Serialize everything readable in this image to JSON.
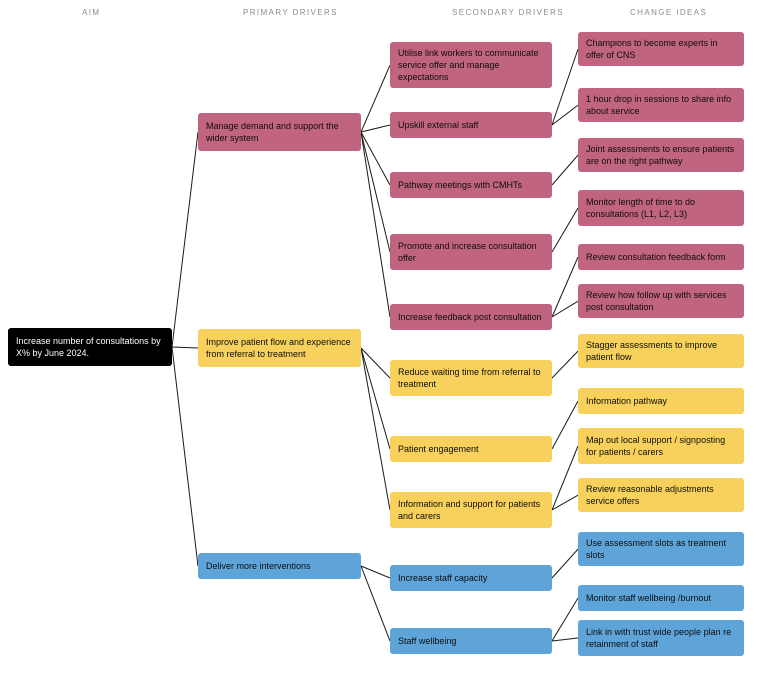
{
  "column_headers": {
    "aim": "AIM",
    "primary": "PRIMARY DRIVERS",
    "secondary": "SECONDARY DRIVERS",
    "change": "CHANGE IDEAS"
  },
  "aim": {
    "text": "Increase number of consultations by X% by June 2024."
  },
  "primary_drivers": [
    {
      "id": "p1",
      "text": "Manage demand and support the wider system",
      "color": "pink"
    },
    {
      "id": "p2",
      "text": "Improve patient flow and experience from referral to treatment",
      "color": "yellow"
    },
    {
      "id": "p3",
      "text": "Deliver more interventions",
      "color": "blue"
    }
  ],
  "secondary_drivers": [
    {
      "id": "s1",
      "text": "Utilise link workers to communicate service offer and manage expectations",
      "color": "pink"
    },
    {
      "id": "s2",
      "text": "Upskill external staff",
      "color": "pink"
    },
    {
      "id": "s3",
      "text": "Pathway meetings with CMHTs",
      "color": "pink"
    },
    {
      "id": "s4",
      "text": "Promote and increase consultation offer",
      "color": "pink"
    },
    {
      "id": "s5",
      "text": "Increase feedback post consultation",
      "color": "pink"
    },
    {
      "id": "s6",
      "text": "Reduce waiting time from referral to treatment",
      "color": "yellow"
    },
    {
      "id": "s7",
      "text": "Patient engagement",
      "color": "yellow"
    },
    {
      "id": "s8",
      "text": "Information and support for patients and carers",
      "color": "yellow"
    },
    {
      "id": "s9",
      "text": "Increase staff capacity",
      "color": "blue"
    },
    {
      "id": "s10",
      "text": "Staff wellbeing",
      "color": "blue"
    }
  ],
  "change_ideas": [
    {
      "id": "c1",
      "text": "Champions to become experts in offer of CNS",
      "color": "pink"
    },
    {
      "id": "c2",
      "text": "1 hour drop in sessions to share info about service",
      "color": "pink"
    },
    {
      "id": "c3",
      "text": "Joint assessments to ensure patients are on the right pathway",
      "color": "pink"
    },
    {
      "id": "c4",
      "text": "Monitor length of time to do consultations (L1, L2, L3)",
      "color": "pink"
    },
    {
      "id": "c5",
      "text": "Review consultation feedback form",
      "color": "pink"
    },
    {
      "id": "c6",
      "text": "Review how follow up with services post consultation",
      "color": "pink"
    },
    {
      "id": "c7",
      "text": "Stagger assessments to improve patient flow",
      "color": "yellow"
    },
    {
      "id": "c8",
      "text": "Information pathway",
      "color": "yellow"
    },
    {
      "id": "c9",
      "text": "Map out local support / signposting for patients / carers",
      "color": "yellow"
    },
    {
      "id": "c10",
      "text": "Review reasonable adjustments service offers",
      "color": "yellow"
    },
    {
      "id": "c11",
      "text": "Use assessment slots as treatment slots",
      "color": "blue"
    },
    {
      "id": "c12",
      "text": "Monitor staff wellbeing /burnout",
      "color": "blue"
    },
    {
      "id": "c13",
      "text": "Link in with trust wide people plan re retainment of staff",
      "color": "blue"
    }
  ],
  "edges": [
    {
      "from": "aim",
      "to": "p1"
    },
    {
      "from": "aim",
      "to": "p2"
    },
    {
      "from": "aim",
      "to": "p3"
    },
    {
      "from": "p1",
      "to": "s1"
    },
    {
      "from": "p1",
      "to": "s2"
    },
    {
      "from": "p1",
      "to": "s3"
    },
    {
      "from": "p1",
      "to": "s4"
    },
    {
      "from": "p1",
      "to": "s5"
    },
    {
      "from": "p2",
      "to": "s6"
    },
    {
      "from": "p2",
      "to": "s7"
    },
    {
      "from": "p2",
      "to": "s8"
    },
    {
      "from": "p3",
      "to": "s9"
    },
    {
      "from": "p3",
      "to": "s10"
    },
    {
      "from": "s2",
      "to": "c1"
    },
    {
      "from": "s2",
      "to": "c2"
    },
    {
      "from": "s3",
      "to": "c3"
    },
    {
      "from": "s4",
      "to": "c4"
    },
    {
      "from": "s5",
      "to": "c5"
    },
    {
      "from": "s5",
      "to": "c6"
    },
    {
      "from": "s6",
      "to": "c7"
    },
    {
      "from": "s7",
      "to": "c8"
    },
    {
      "from": "s8",
      "to": "c9"
    },
    {
      "from": "s8",
      "to": "c10"
    },
    {
      "from": "s9",
      "to": "c11"
    },
    {
      "from": "s10",
      "to": "c12"
    },
    {
      "from": "s10",
      "to": "c13"
    }
  ],
  "colors": {
    "pink": "#c0647f",
    "yellow": "#f7d15c",
    "blue": "#5fa4d9",
    "aim_bg": "#000000",
    "connector": "#1a1a1a"
  }
}
